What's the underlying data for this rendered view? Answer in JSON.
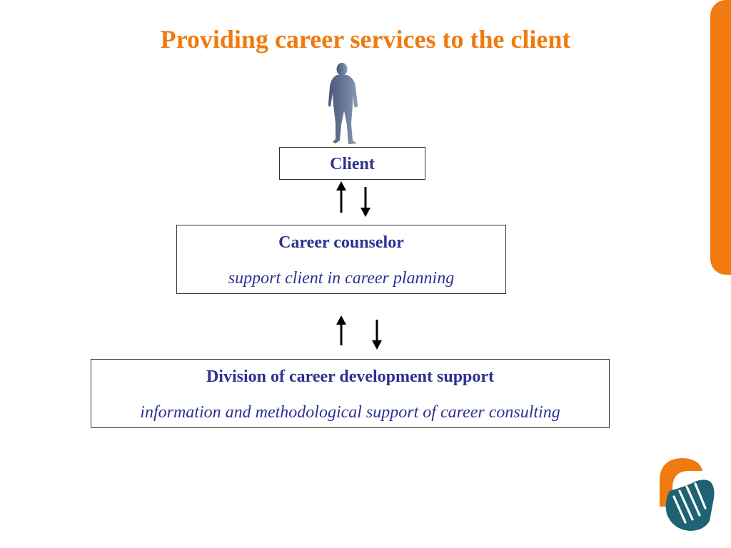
{
  "slide": {
    "title": "Providing career services to the client",
    "accent_color": "#f07a0f",
    "text_color": "#2e3192"
  },
  "diagram": {
    "client": {
      "label": "Client"
    },
    "counselor": {
      "label": "Career counselor",
      "description": "support client in career planning"
    },
    "division": {
      "label": "Division of career development support",
      "description": "information and methodological support of career consulting"
    }
  },
  "icons": {
    "person": "person-silhouette-icon",
    "logo": "hand-logo-icon"
  }
}
